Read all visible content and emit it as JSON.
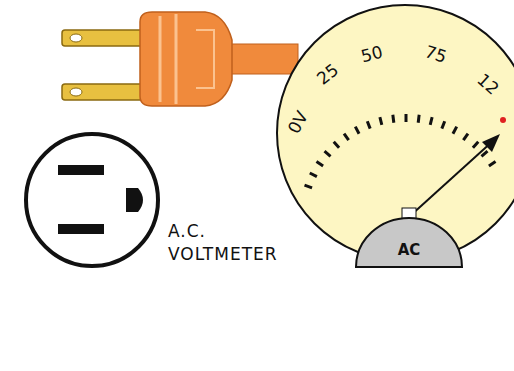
{
  "diagram": {
    "nodes": [
      {
        "text": [
          "0V",
          "25",
          "50",
          "75",
          "12"
        ]
      },
      {
        "text": [
          "AC"
        ],
        "in": 0
      }
    ],
    "labels": [
      "A.C. VOLTMETER"
    ]
  }
}
